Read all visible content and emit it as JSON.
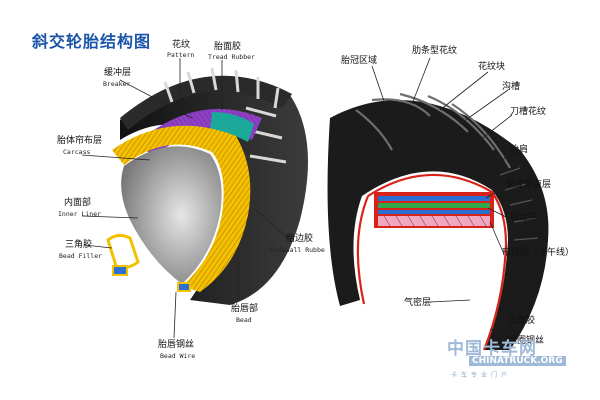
{
  "left": {
    "title": "斜交轮胎结构图",
    "labels": {
      "pattern": {
        "cn": "花纹",
        "en": "Pattern"
      },
      "tread_rubber": {
        "cn": "胎面胶",
        "en": "Tread Rubber"
      },
      "breaker": {
        "cn": "缓冲层",
        "en": "Breaker"
      },
      "carcass": {
        "cn": "胎体帘布层",
        "en": "Carcass"
      },
      "inner_liner": {
        "cn": "内面部",
        "en": "Inner Liner"
      },
      "bead_filler": {
        "cn": "三角胶",
        "en": "Bead Filler"
      },
      "sidewall_rubber": {
        "cn": "胎边胶",
        "en": "Sidewall Rubbe"
      },
      "bead": {
        "cn": "胎唇部",
        "en": "Bead"
      },
      "bead_wire": {
        "cn": "胎唇钢丝",
        "en": "Bead Wire"
      }
    }
  },
  "right": {
    "labels": {
      "crown_area": "胎冠区域",
      "rib_pattern": "肋条型花纹",
      "tread_block": "花纹块",
      "groove": "沟槽",
      "sipe_pattern": "刀槽花纹",
      "shoulder": "胎肩",
      "nylon_cap_ply": "尼龙带束层",
      "steel_belt": "钢丝层",
      "cord_ply": "帘线层（子午线）",
      "inner_liner": "气密层",
      "bead_filler": "三角胶",
      "bead_wire": "胎圈钢丝"
    }
  },
  "watermark": {
    "cn": "中国卡车网",
    "en": "CHINATRUCK.ORG",
    "small": "卡车专业门户"
  },
  "colors": {
    "title": "#1a55a8",
    "tire_black": "#1b1b1b",
    "tread_grey": "#3a3a3a",
    "carcass_yellow": "#f2c200",
    "breaker_purple": "#7b3fc4",
    "breaker_pink": "#d93aa8",
    "belt_teal": "#1aa89a",
    "inner_grey": "#9b9b9b",
    "liner_red": "#d8221a",
    "belt_blue": "#2a6fd1",
    "belt_green": "#2fa84a",
    "cord_pink": "#f0a8c0",
    "leader_line": "#222222"
  }
}
